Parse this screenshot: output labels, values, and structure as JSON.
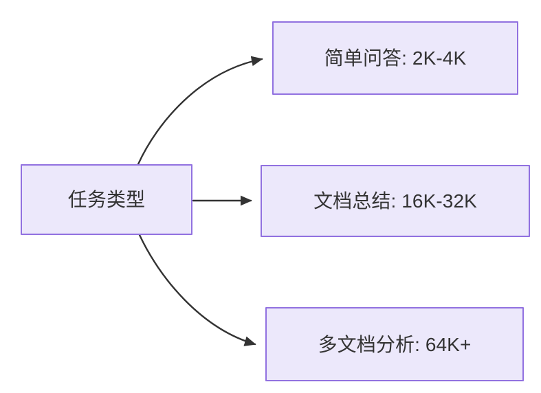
{
  "diagram": {
    "type": "flowchart",
    "direction": "left-to-right",
    "background_color": "#ffffff",
    "node_fill_color": "#ECE8FB",
    "node_border_color": "#9171E0",
    "node_text_color": "#333333",
    "edge_color": "#333333",
    "source_node": {
      "id": "task-type",
      "label": "任务类型"
    },
    "target_nodes": [
      {
        "id": "simple-qa",
        "label": "简单问答: 2K-4K",
        "task": "简单问答",
        "context": "2K-4K"
      },
      {
        "id": "doc-summary",
        "label": "文档总结: 16K-32K",
        "task": "文档总结",
        "context": "16K-32K"
      },
      {
        "id": "multi-doc-analysis",
        "label": "多文档分析: 64K+",
        "task": "多文档分析",
        "context": "64K+"
      }
    ],
    "edges": [
      {
        "from": "task-type",
        "to": "simple-qa",
        "style": "curved",
        "label": "",
        "arrowhead": "filled-triangle"
      },
      {
        "from": "task-type",
        "to": "doc-summary",
        "style": "straight",
        "label": "",
        "arrowhead": "filled-triangle"
      },
      {
        "from": "task-type",
        "to": "multi-doc-analysis",
        "style": "curved",
        "label": "",
        "arrowhead": "filled-triangle"
      }
    ]
  }
}
